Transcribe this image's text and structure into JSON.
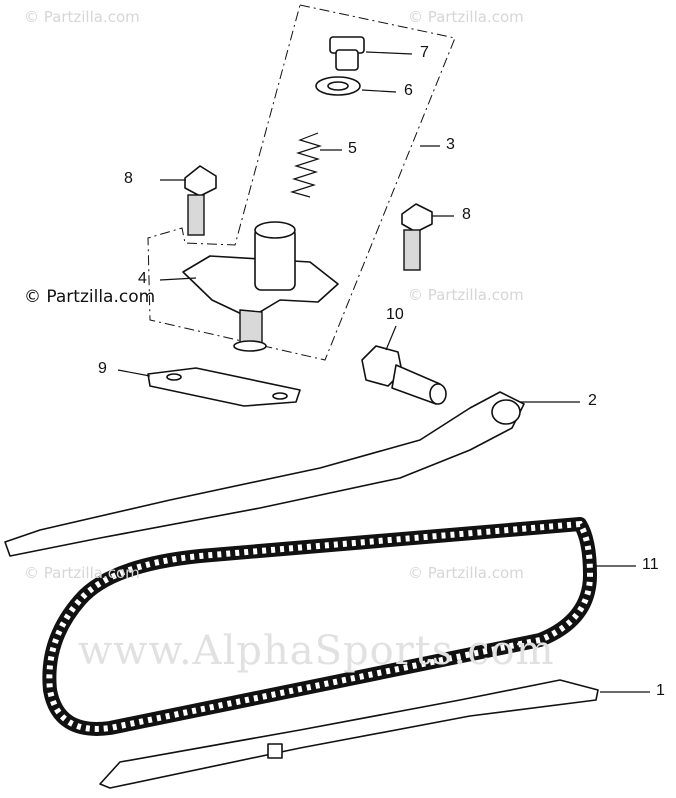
{
  "watermarks": {
    "top_left": "© Partzilla.com",
    "top_right": "© Partzilla.com",
    "mid_left": "© Partzilla.com",
    "mid_right": "© Partzilla.com",
    "low_left": "© Partzilla.com",
    "low_right": "© Partzilla.com",
    "alpha": "www.AlphaSports.com"
  },
  "callouts": [
    "1",
    "2",
    "3",
    "4",
    "5",
    "6",
    "7",
    "8",
    "8",
    "9",
    "10",
    "11"
  ],
  "colors": {
    "line": "#111111",
    "watermark": "#d6d6d6",
    "background": "#ffffff"
  }
}
